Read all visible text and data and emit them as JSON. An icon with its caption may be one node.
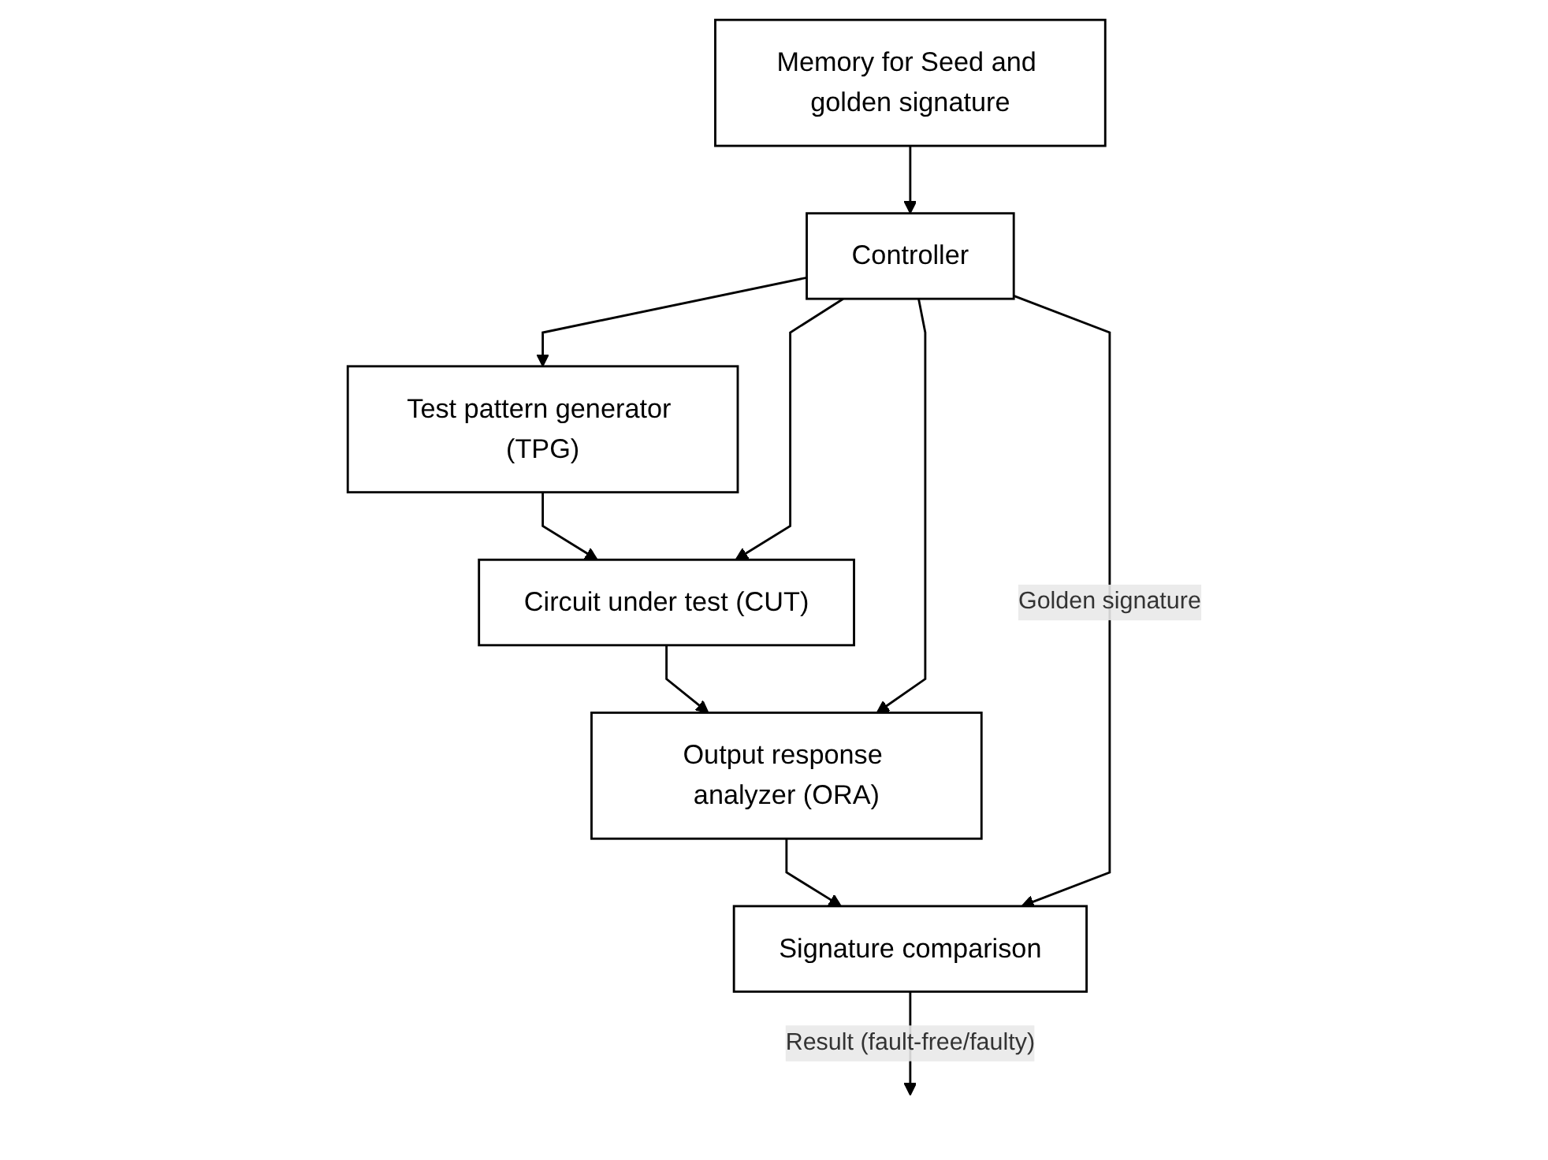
{
  "diagram": {
    "nodes": [
      {
        "text": [
          "Memory for Seed and golden signature"
        ]
      },
      {
        "text": [
          "Controller"
        ]
      },
      {
        "text": [
          "Test pattern generator (TPG)"
        ]
      },
      {
        "text": [
          "Circuit under test (CUT)"
        ]
      },
      {
        "text": [
          "Output response analyzer (ORA)"
        ]
      },
      {
        "text": [
          "Signature comparison"
        ]
      }
    ],
    "edges": [
      {
        "from": 0,
        "to": 1,
        "arrow": "to"
      },
      {
        "from": 1,
        "to": 2,
        "arrow": "to"
      },
      {
        "from": 2,
        "to": 3,
        "arrow": "to"
      },
      {
        "from": 1,
        "to": 3,
        "arrow": "to"
      },
      {
        "from": 3,
        "to": 4,
        "arrow": "to"
      },
      {
        "from": 1,
        "to": 4,
        "arrow": "to"
      },
      {
        "from": 4,
        "to": 5,
        "arrow": "to"
      },
      {
        "from": 1,
        "to": 5,
        "arrow": "to",
        "label": "Golden signature"
      },
      {
        "from": 5,
        "to": null,
        "arrow": "to",
        "label": "Result (fault-free/faulty)"
      }
    ]
  }
}
